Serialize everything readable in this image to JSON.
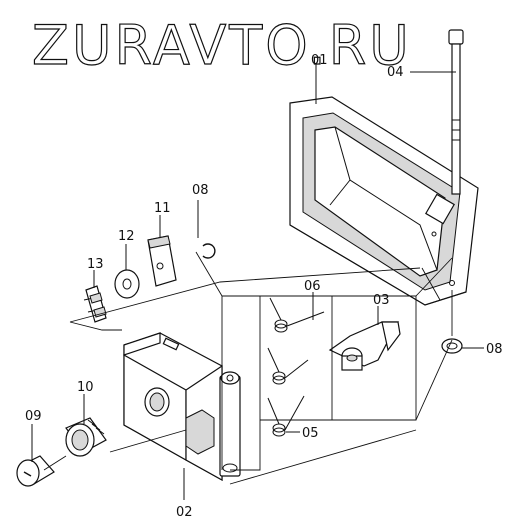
{
  "watermark": "ZURAVTO.RU",
  "callouts": {
    "c01": "01",
    "c02": "02",
    "c03": "03",
    "c04": "04",
    "c05": "05",
    "c06": "06",
    "c08_top": "08",
    "c08_right": "08",
    "c09": "09",
    "c10": "10",
    "c11": "11",
    "c12": "12",
    "c13": "13"
  }
}
